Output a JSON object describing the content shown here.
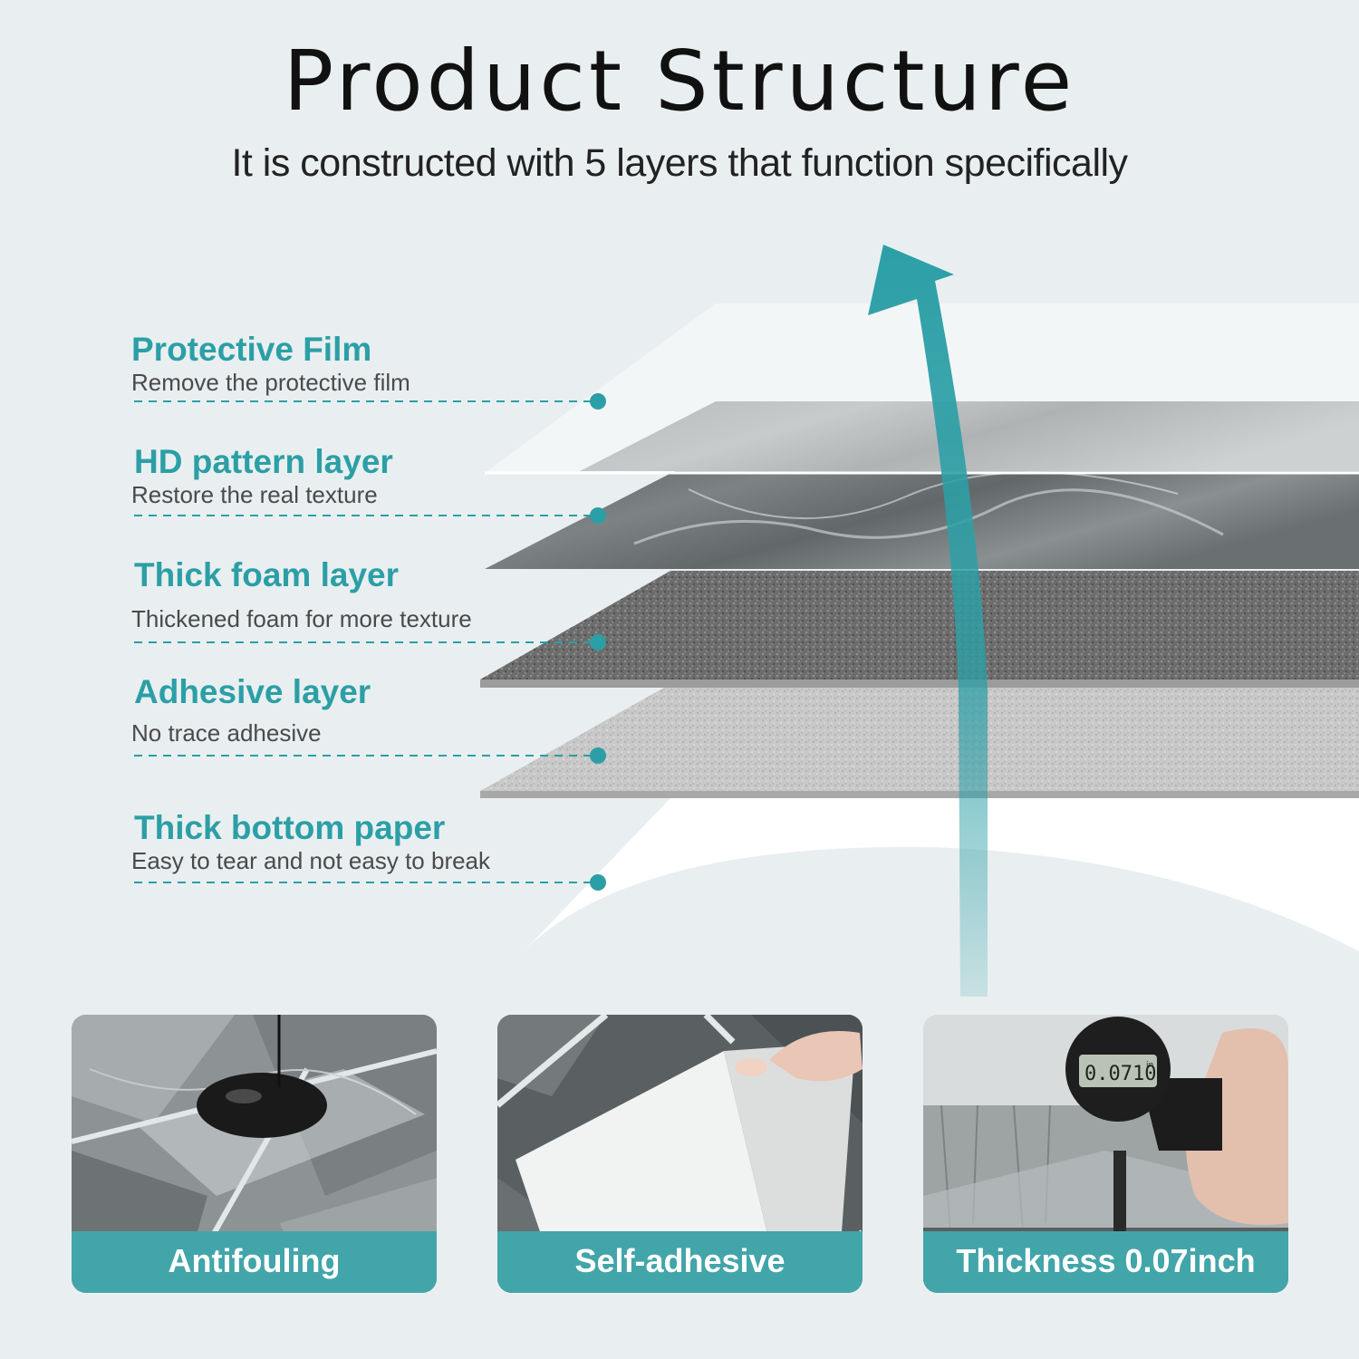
{
  "header": {
    "title": "Product Structure",
    "subtitle": "It is constructed with 5 layers that function specifically"
  },
  "layers": [
    {
      "name": "Protective Film",
      "description": "Remove the protective film"
    },
    {
      "name": "HD pattern layer",
      "description": "Restore the real texture"
    },
    {
      "name": "Thick foam layer",
      "description": "Thickened foam for more texture"
    },
    {
      "name": "Adhesive layer",
      "description": "No trace adhesive"
    },
    {
      "name": "Thick bottom paper",
      "description": "Easy to tear and not easy to break"
    }
  ],
  "features": [
    {
      "label": "Antifouling"
    },
    {
      "label": "Self-adhesive"
    },
    {
      "label": "Thickness 0.07inch"
    }
  ],
  "gauge": {
    "reading": "0.0710",
    "unit": "in"
  },
  "colors": {
    "accent": "#2c9fa6",
    "band": "#42a5a9",
    "background": "#e9eff0"
  }
}
